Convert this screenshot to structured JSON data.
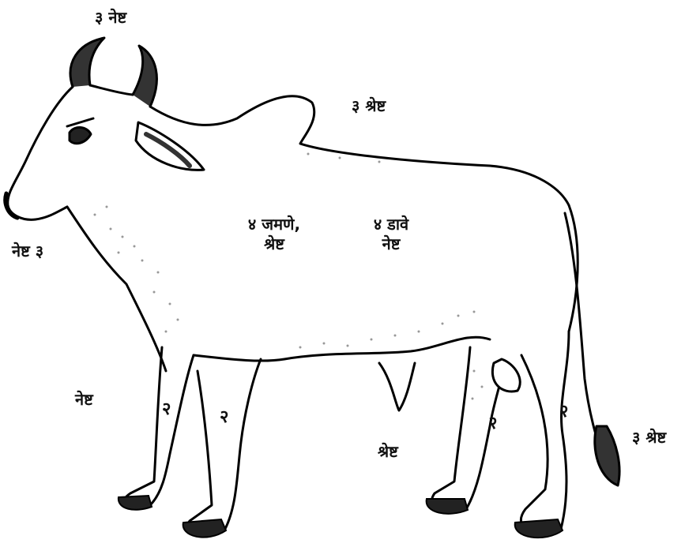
{
  "labels": {
    "horns": "३ नेष्ट",
    "hump": "३ श्रेष्ट",
    "muzzle": "नेष्ट ३",
    "right_side_line1": "४ जमणे,",
    "right_side_line2": "श्रेष्ट",
    "left_side_line1": "४ डावे",
    "left_side_line2": "नेष्ट",
    "front_leg": "नेष्ट",
    "sheath": "श्रेष्ट",
    "tail": "३ श्रेष्ट"
  },
  "leg_marks": {
    "front_left": "२",
    "front_right": "२",
    "hind_left": "२",
    "hind_right": "२"
  }
}
